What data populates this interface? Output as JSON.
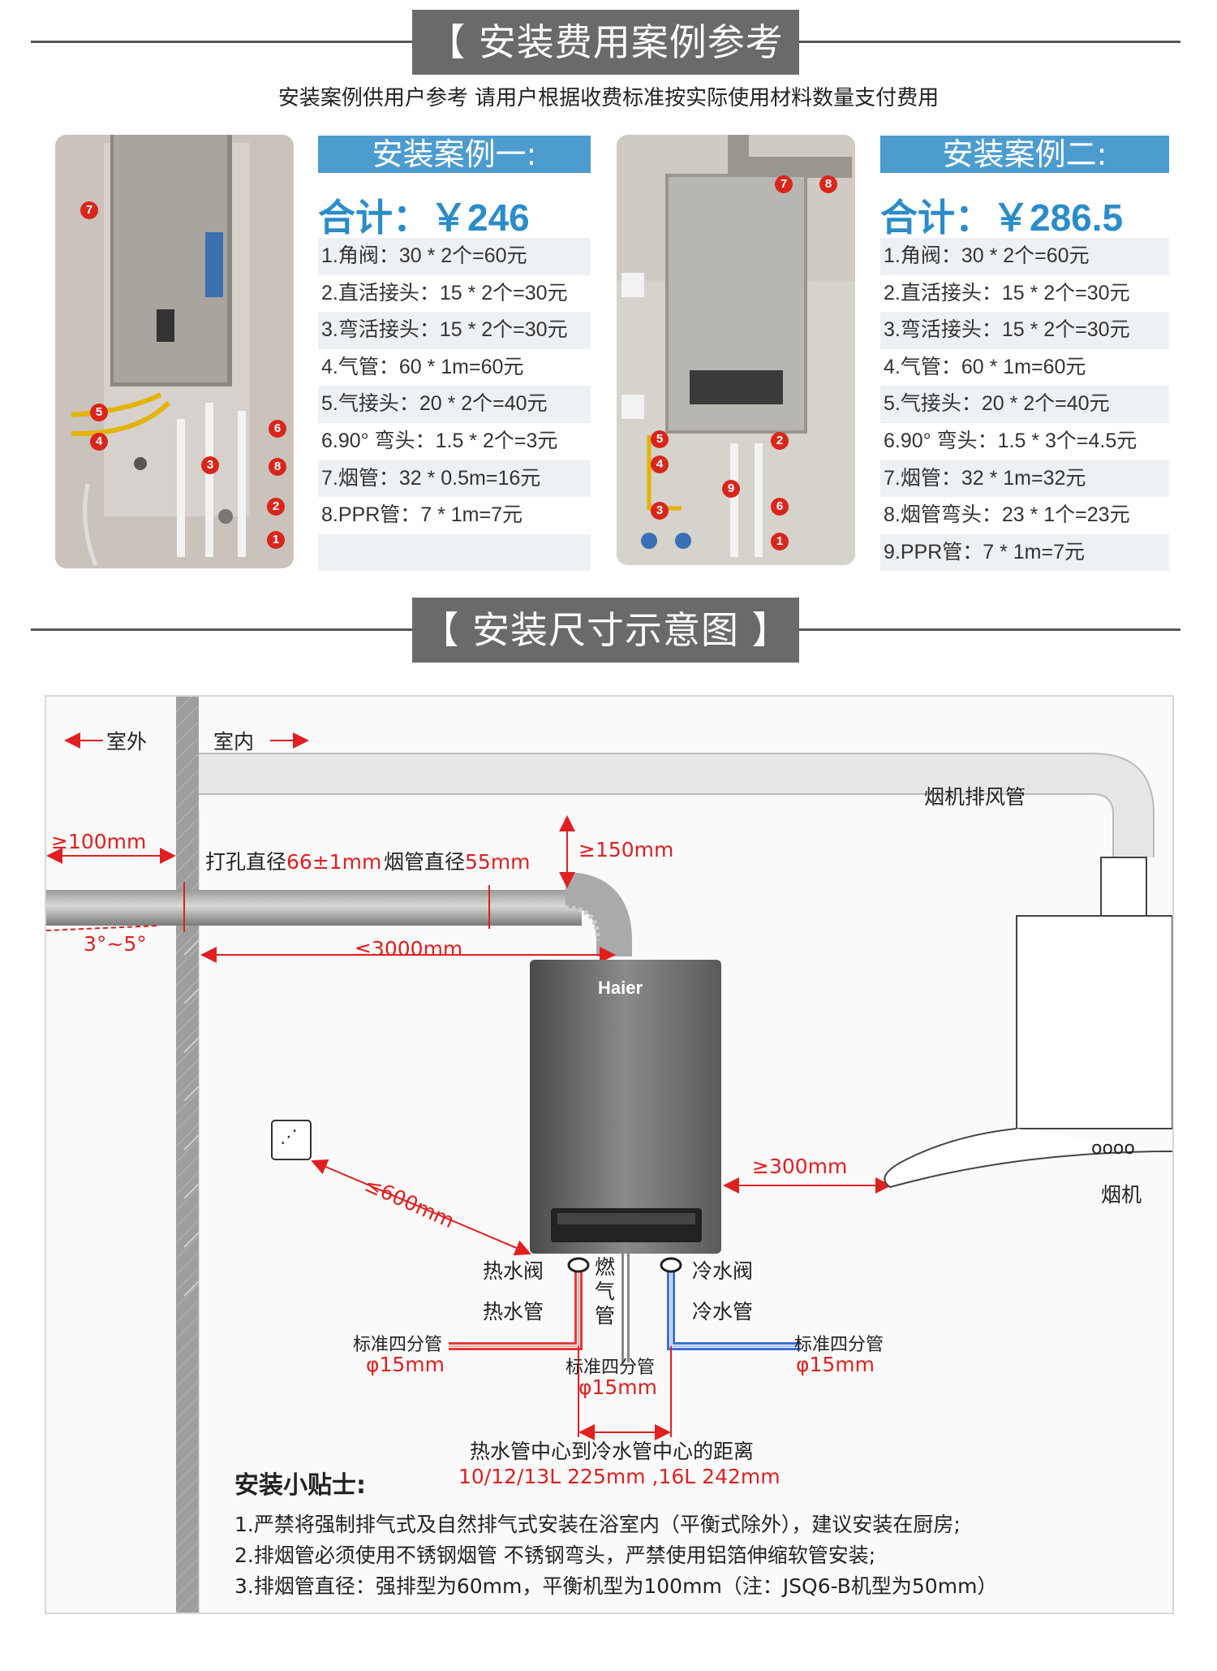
{
  "section1": {
    "title": "【 安装费用案例参考 】",
    "subtitle": "安装案例供用户参考 请用户根据收费标准按实际使用材料数量支付费用"
  },
  "case1": {
    "header": "安装案例一:",
    "total": "合计：￥246",
    "items": [
      "1.角阀：30 * 2个=60元",
      "2.直活接头：15 * 2个=30元",
      "3.弯活接头：15 * 2个=30元",
      "4.气管：60 * 1m=60元",
      "5.气接头：20 * 2个=40元",
      "6.90° 弯头：1.5 * 2个=3元",
      "7.烟管：32 * 0.5m=16元",
      "8.PPR管：7 * 1m=7元",
      ""
    ],
    "photo_tags": [
      "7",
      "5",
      "4",
      "3",
      "6",
      "8",
      "2",
      "1"
    ]
  },
  "case2": {
    "header": "安装案例二:",
    "total": "合计：￥286.5",
    "items": [
      "1.角阀：30 * 2个=60元",
      "2.直活接头：15 * 2个=30元",
      "3.弯活接头：15 * 2个=30元",
      "4.气管：60 * 1m=60元",
      "5.气接头：20 * 2个=40元",
      "6.90° 弯头：1.5 * 3个=4.5元",
      "7.烟管：32 * 1m=32元",
      "8.烟管弯头：23 * 1个=23元",
      "9.PPR管：7 * 1m=7元"
    ],
    "photo_tags": [
      "7",
      "8",
      "5",
      "2",
      "4",
      "9",
      "3",
      "6",
      "1"
    ]
  },
  "section2": {
    "title": "【 安装尺寸示意图 】"
  },
  "diagram": {
    "outdoor": "室外",
    "indoor": "室内",
    "hood_duct": "烟机排风管",
    "wall_gap": "≥100mm",
    "hole_label": "打孔直径",
    "hole_value": "66±1mm",
    "pipe_label": "烟管直径",
    "pipe_value": "55mm",
    "top_clearance": "≥150mm",
    "slope": "3°~5°",
    "max_length": "≤3000mm",
    "brand": "Haier",
    "socket_distance": "≤600mm",
    "hood_distance": "≥300mm",
    "hood_dots": "oooo",
    "hood_label": "烟机",
    "hot_valve": "热水阀",
    "gas_pipe": "燃气管",
    "cold_valve": "冷水阀",
    "hot_pipe": "热水管",
    "cold_pipe": "冷水管",
    "std_pipe": "标准四分管",
    "diameter": "φ15mm",
    "center_distance_label": "热水管中心到冷水管中心的距离",
    "center_distance_value": "10/12/13L 225mm ,16L 242mm"
  },
  "tips": {
    "title": "安装小贴士:",
    "items": [
      "1.严禁将强制排气式及自然排气式安装在浴室内（平衡式除外），建议安装在厨房;",
      "2.排烟管必须使用不锈钢烟管 不锈钢弯头，严禁使用铝箔伸缩软管安装;",
      "3.排烟管直径：强排型为60mm，平衡机型为100mm（注：JSQ6-B机型为50mm）"
    ]
  },
  "colors": {
    "case_header": "#4d9cd0",
    "total": "#2b8cc9",
    "annotation_red": "#e02020",
    "cold_pipe": "#3b6fd8",
    "hot_pipe": "#e23a3a"
  }
}
